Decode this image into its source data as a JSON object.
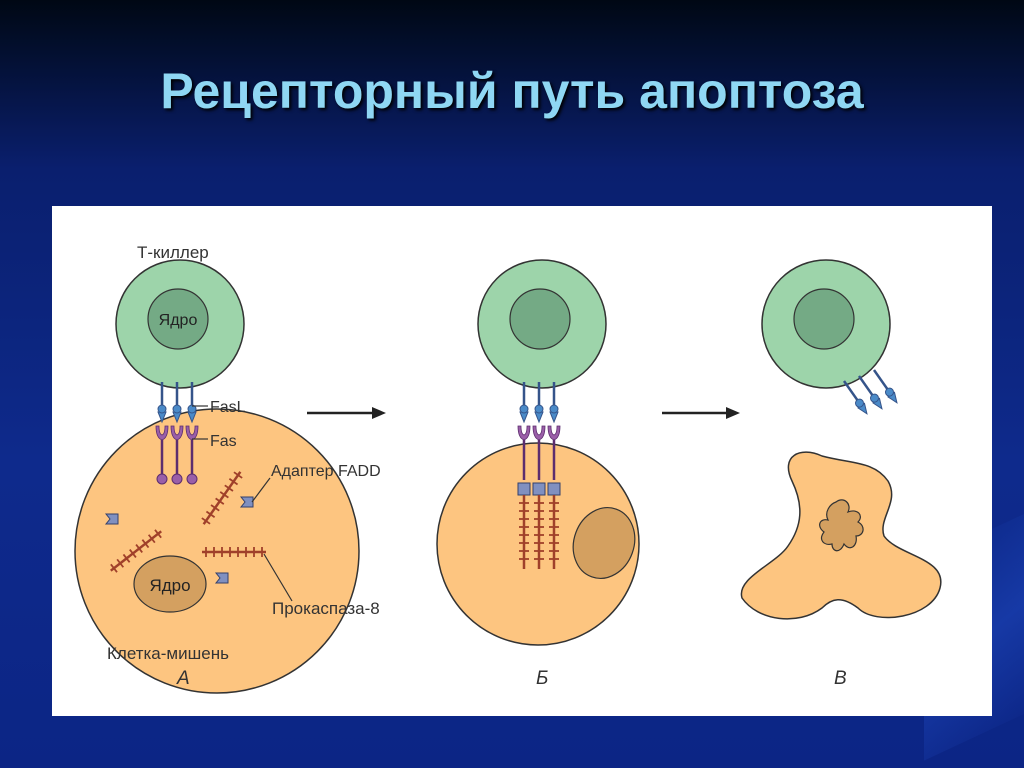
{
  "slide": {
    "title": "Рецепторный путь апоптоза"
  },
  "diagram": {
    "label_t_killer": "Т-киллер",
    "label_nucleus_killer": "Ядро",
    "label_nucleus_target": "Ядро",
    "label_fasl": "FasL",
    "label_fas": "Fas",
    "label_fadd": "Адаптер FADD",
    "label_procaspase": "Прокаспаза-8",
    "label_target_cell": "Клетка-мишень",
    "panel_a": "А",
    "panel_b": "Б",
    "panel_c": "В"
  },
  "colors": {
    "killer_cell": "#9dd4aa",
    "killer_nucleus": "#74aa85",
    "target_cell": "#fdc580",
    "target_nucleus": "#d4a060",
    "receptor_purple": "#9a5fa8",
    "ligand_blue": "#4a8ac8",
    "procaspase": "#a0402a"
  }
}
